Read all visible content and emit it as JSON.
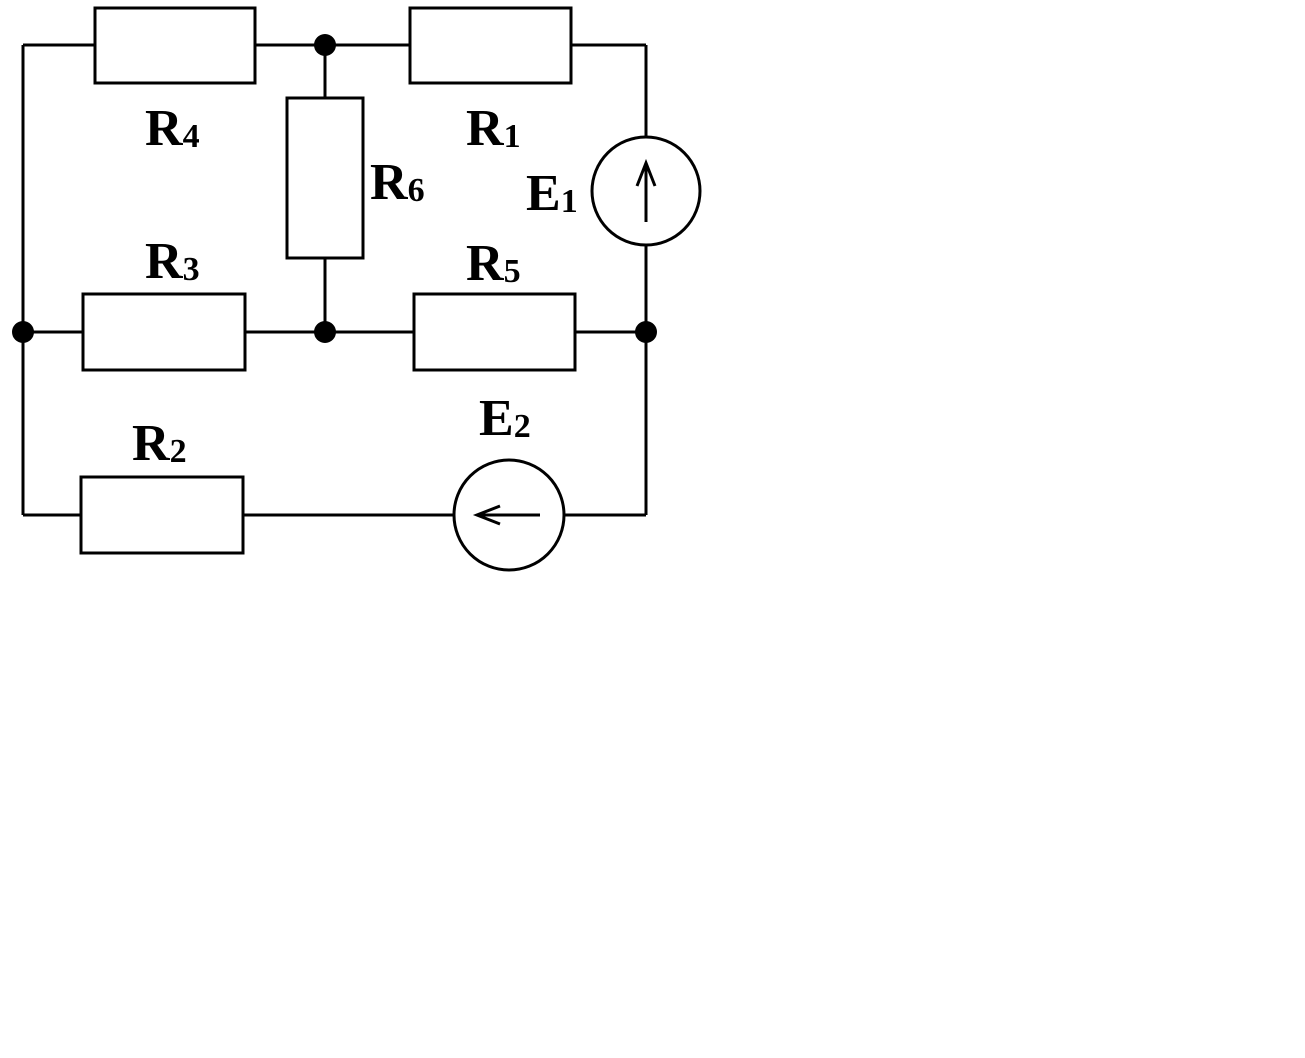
{
  "diagram": {
    "components": {
      "R1": {
        "letter": "R",
        "index": "1"
      },
      "R2": {
        "letter": "R",
        "index": "2"
      },
      "R3": {
        "letter": "R",
        "index": "3"
      },
      "R4": {
        "letter": "R",
        "index": "4"
      },
      "R5": {
        "letter": "R",
        "index": "5"
      },
      "R6": {
        "letter": "R",
        "index": "6"
      },
      "E1": {
        "letter": "E",
        "index": "1"
      },
      "E2": {
        "letter": "E",
        "index": "2"
      }
    }
  }
}
